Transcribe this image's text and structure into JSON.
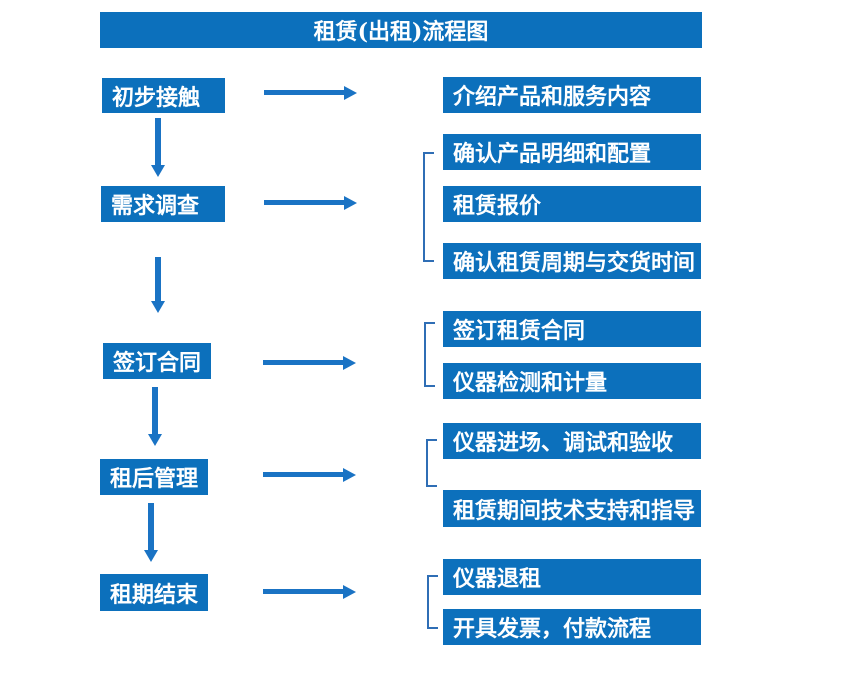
{
  "title": "租赁(出租)流程图",
  "colors": {
    "box": "#0c70bc",
    "arrow": "#1a73c4",
    "bracket": "#2f6eb5",
    "text": "#ffffff",
    "background": "#ffffff"
  },
  "steps": [
    {
      "label": "初步接触"
    },
    {
      "label": "需求调查"
    },
    {
      "label": "签订合同"
    },
    {
      "label": "租后管理"
    },
    {
      "label": "租期结束"
    }
  ],
  "details": [
    {
      "label": "介绍产品和服务内容"
    },
    {
      "label": "确认产品明细和配置"
    },
    {
      "label": "租赁报价"
    },
    {
      "label": "确认租赁周期与交货时间"
    },
    {
      "label": "签订租赁合同"
    },
    {
      "label": "仪器检测和计量"
    },
    {
      "label": "仪器进场、调试和验收"
    },
    {
      "label": "租赁期间技术支持和指导"
    },
    {
      "label": "仪器退租"
    },
    {
      "label": "开具发票，付款流程"
    }
  ]
}
